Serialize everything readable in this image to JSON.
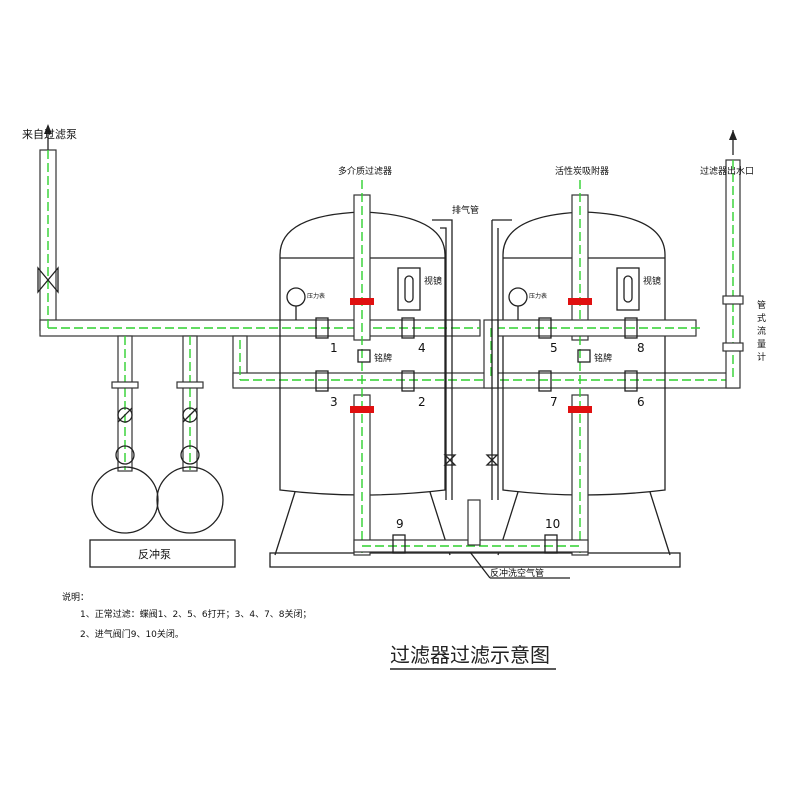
{
  "labels": {
    "inlet": "来自过滤泵",
    "filter1": "多介质过滤器",
    "vent_pipe": "排气管",
    "filter2": "活性炭吸附器",
    "outlet": "过滤器出水口",
    "sight_glass_1": "视镜",
    "sight_glass_2": "视镜",
    "pressure_gauge_1": "压力表",
    "pressure_gauge_2": "压力表",
    "nameplate_1": "铭牌",
    "nameplate_2": "铭牌",
    "flowmeter": "管式流量计",
    "backwash_pump": "反冲泵",
    "backwash_air_pipe": "反冲洗空气管"
  },
  "valves": [
    "1",
    "2",
    "3",
    "4",
    "5",
    "6",
    "7",
    "8",
    "9",
    "10"
  ],
  "notes": {
    "heading": "说明：",
    "items": [
      "1、正常过滤：蝶阀1、2、5、6打开；3、4、7、8关闭；",
      "2、进气阀门9、10关闭。"
    ]
  },
  "title": "过滤器过滤示意图",
  "colors": {
    "centerline": "#2fd12f",
    "flange": "#e01010"
  }
}
